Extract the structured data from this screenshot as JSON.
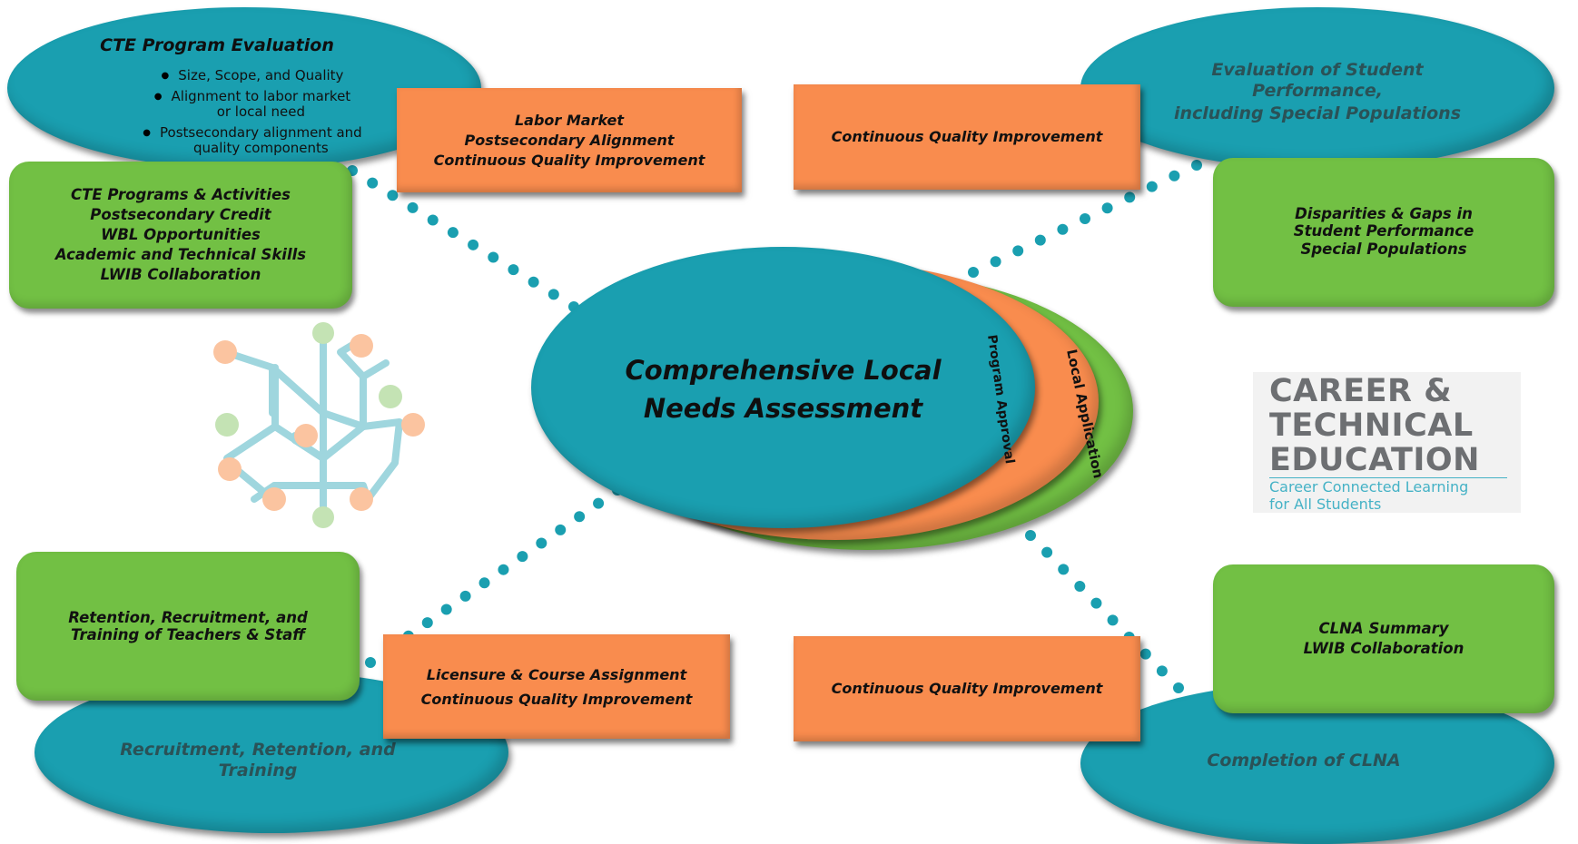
{
  "center": {
    "title_lines": [
      "Comprehensive Local",
      "Needs Assessment"
    ]
  },
  "arcs": {
    "program_approval": "Program Approval",
    "local_application": "Local Application"
  },
  "top_left": {
    "ellipse": {
      "title": "CTE Program Evaluation",
      "bullets": [
        [
          "Size, Scope, and Quality"
        ],
        [
          "Alignment to labor market",
          "or local need"
        ],
        [
          "Postsecondary alignment and",
          "quality components"
        ]
      ]
    },
    "green_lines": [
      "CTE Programs & Activities",
      "Postsecondary Credit",
      "WBL Opportunities",
      "Academic and Technical Skills",
      "LWIB Collaboration"
    ],
    "orange_lines": [
      "Labor Market",
      "Postsecondary Alignment",
      "Continuous Quality Improvement"
    ]
  },
  "top_right": {
    "ellipse_lines": [
      "Evaluation of Student",
      "Performance,",
      "including Special Populations"
    ],
    "green_lines": [
      "Disparities & Gaps in",
      "Student Performance",
      "Special Populations"
    ],
    "orange_lines": [
      "Continuous Quality Improvement"
    ]
  },
  "bottom_left": {
    "ellipse_lines": [
      "Recruitment, Retention, and",
      "Training"
    ],
    "green_lines": [
      "Retention, Recruitment, and",
      "Training of Teachers & Staff"
    ],
    "orange_lines": [
      "Licensure & Course Assignment",
      "Continuous Quality Improvement"
    ]
  },
  "bottom_right": {
    "ellipse_lines": [
      "Completion of CLNA"
    ],
    "green_lines": [
      "CLNA Summary",
      "LWIB Collaboration"
    ],
    "orange_lines": [
      "Continuous Quality Improvement"
    ]
  },
  "logo": {
    "lines": [
      "CAREER &",
      "TECHNICAL",
      "EDUCATION"
    ],
    "tagline_lines": [
      "Career Connected Learning",
      "for All Students"
    ]
  },
  "colors": {
    "teal": "#1a9fb0",
    "green": "#72c044",
    "orange": "#f98c4e",
    "dots": "#1a9fb0"
  }
}
